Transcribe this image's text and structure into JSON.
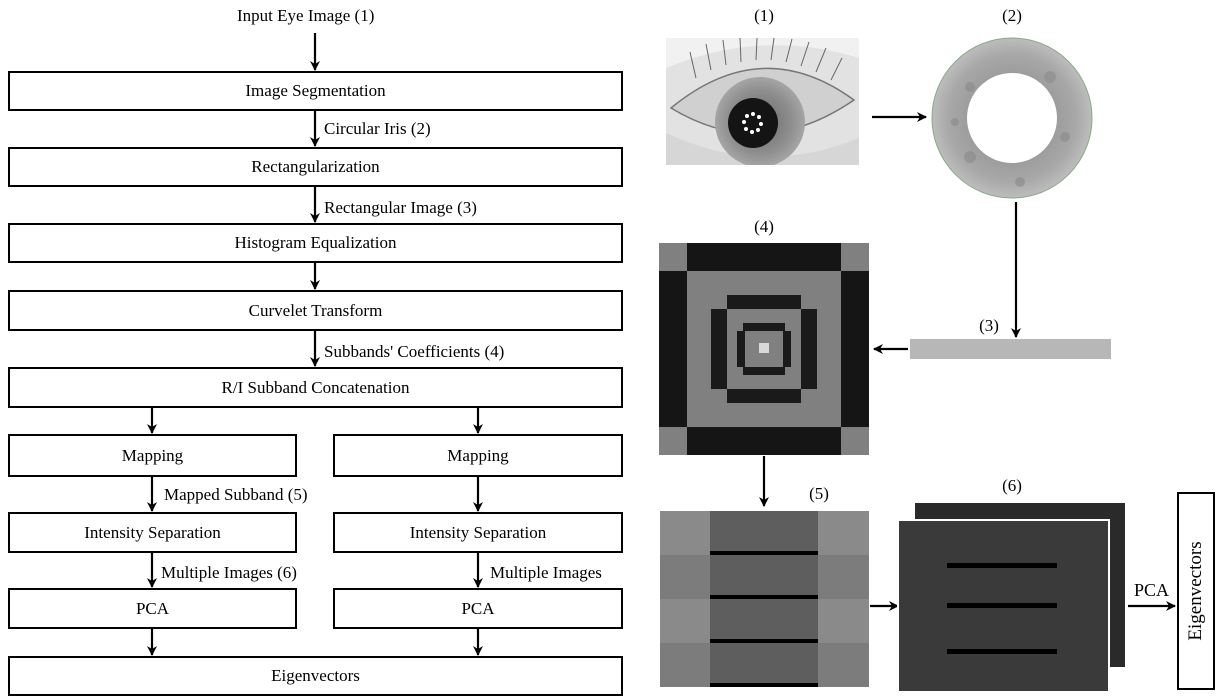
{
  "flowchart": {
    "input_label": "Input Eye Image (1)",
    "boxes": {
      "segmentation": "Image Segmentation",
      "rectangularization": "Rectangularization",
      "histogram": "Histogram Equalization",
      "curvelet": "Curvelet Transform",
      "concatenation": "R/I Subband Concatenation",
      "mapping_left": "Mapping",
      "mapping_right": "Mapping",
      "intensity_left": "Intensity Separation",
      "intensity_right": "Intensity Separation",
      "pca_left": "PCA",
      "pca_right": "PCA",
      "eigenvectors": "Eigenvectors"
    },
    "edge_labels": {
      "circular_iris": "Circular Iris (2)",
      "rectangular_image": "Rectangular Image (3)",
      "subbands": "Subbands' Coefficients (4)",
      "mapped_subband": "Mapped Subband (5)",
      "multiple_images_left": "Multiple Images (6)",
      "multiple_images_right": "Multiple Images"
    }
  },
  "illustration": {
    "captions": {
      "c1": "(1)",
      "c2": "(2)",
      "c3": "(3)",
      "c4": "(4)",
      "c5": "(5)",
      "c6": "(6)"
    },
    "pca_label": "PCA",
    "eigen_label": "Eigenvectors"
  }
}
